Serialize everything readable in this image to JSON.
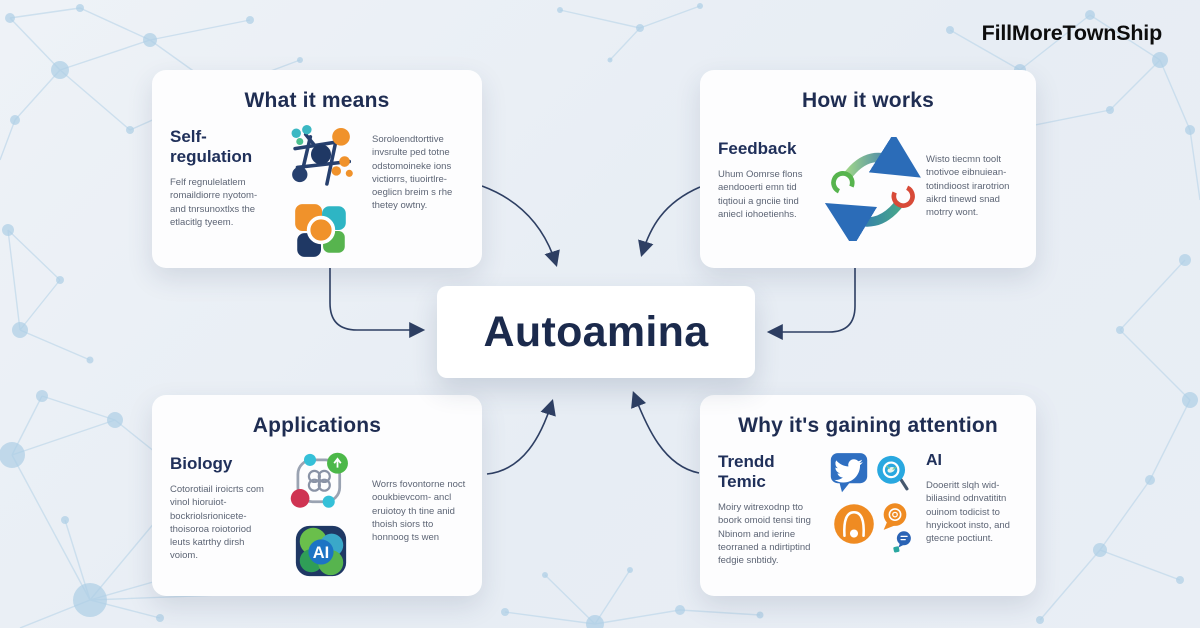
{
  "brand": "FillMoreTownShip",
  "center": {
    "label": "Autoamina"
  },
  "cards": [
    {
      "title": "What it means",
      "subheading": "Self-regulation",
      "left_text": "Felf regnulelatlem romaildiorre nyotom- and tnrsunoxtlxs the etlacitlg tyeem.",
      "right_text": "Soroloendtorttive invsrulte ped totne odstomoineke ions victiorrs, tiuoirtlre- oeglicn breim s rhe thetey owtny.",
      "icons": [
        "network-graph-icon",
        "layered-squares-icon"
      ]
    },
    {
      "title": "How it works",
      "subheading": "Feedback",
      "left_text": "Uhum Oomrse flons aendooerti emn tid tiqtioui a gnciie tind aniecl iohoetienhs.",
      "right_text": "Wisto tiecmn toolt tnotivoe eibnuiean- totindioost irarotrion aikrd tinewd snad motrry wont.",
      "icons": [
        "cycle-arrows-icon"
      ]
    },
    {
      "title": "Applications",
      "subheading": "Biology",
      "left_text": "Cotorotiail iroicrts com vinol hioruiot- bockriolsrionicete- thoisoroa roiotoriod leuts katrthy dirsh voiom.",
      "right_text": "Worrs fovontorne noct ooukbievcom- ancl eruiotoy th tine anid thoish siors tto honnoog ts wen",
      "ai_label": "AI",
      "icons": [
        "molecule-icon",
        "ai-chip-icon"
      ]
    },
    {
      "title": "Why it's gaining attention",
      "subheading": "Trendd Temic",
      "right_subheading": "AI",
      "left_text": "Moiry witrexodnp tto boork omoid tensi ting Nbinom and ierine teorraned a ndirtiptind fedgie snbtidy.",
      "right_text": "Dooeritt slqh wid- biliasind odnvatititn ouinom todicist to hnyickoot insto, and gtecne poctiunt.",
      "icons": [
        "twitter-bubble-icon",
        "search-bird-icon",
        "person-circle-icon",
        "eye-bubble-icon",
        "comment-circle-icon"
      ]
    }
  ],
  "colors": {
    "heading_navy": "#1f2d52",
    "body_gray": "#5d6575",
    "arrow_navy": "#2e3f63",
    "orange": "#f0922b",
    "teal": "#2eb5c4",
    "green": "#57b44e",
    "blue": "#2f6fc1",
    "light_blue": "#29a8e0",
    "red": "#d8374a",
    "bg_network_blue": "#aecfe6"
  }
}
